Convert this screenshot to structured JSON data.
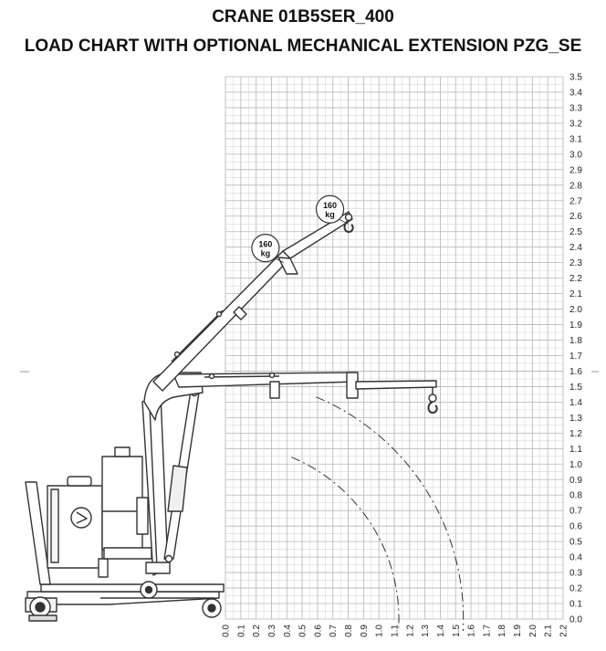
{
  "title_line1": "CRANE 01B5SER_400",
  "title_line2": "LOAD CHART WITH OPTIONAL MECHANICAL EXTENSION PZG_SE",
  "colors": {
    "grid": "#cfcfcf",
    "grid_major": "#b8b8b8",
    "line": "#333333",
    "text": "#111111"
  },
  "axes": {
    "x": {
      "min": 0.0,
      "max": 2.2,
      "step": 0.1,
      "labels": [
        "0.0",
        "0.1",
        "0.2",
        "0.3",
        "0.4",
        "0.5",
        "0.6",
        "0.7",
        "0.8",
        "0.9",
        "1.0",
        "1.1",
        "1.2",
        "1.3",
        "1.4",
        "1.5",
        "1.6",
        "1.7",
        "1.8",
        "1.9",
        "2.0",
        "2.1",
        "2.2"
      ]
    },
    "y": {
      "min": 0.0,
      "max": 3.5,
      "step": 0.1,
      "labels": [
        "0.0",
        "0.1",
        "0.2",
        "0.3",
        "0.4",
        "0.5",
        "0.6",
        "0.7",
        "0.8",
        "0.9",
        "1.0",
        "1.1",
        "1.2",
        "1.3",
        "1.4",
        "1.5",
        "1.6",
        "1.7",
        "1.8",
        "1.9",
        "2.0",
        "2.1",
        "2.2",
        "2.3",
        "2.4",
        "2.5",
        "2.6",
        "2.7",
        "2.8",
        "2.9",
        "3.0",
        "3.1",
        "3.2",
        "3.3",
        "3.4",
        "3.5"
      ]
    }
  },
  "load_points": [
    {
      "label_top": "160",
      "label_bottom": "kg",
      "x": 0.8,
      "y": 2.55
    },
    {
      "label_top": "160",
      "label_bottom": "kg",
      "x": 0.38,
      "y": 2.3
    }
  ],
  "hook_points": [
    {
      "x": 0.8,
      "y": 2.55
    },
    {
      "x": 1.37,
      "y": 1.43
    }
  ],
  "radius_arcs": [
    {
      "radius": 1.55
    },
    {
      "radius": 1.13
    }
  ]
}
